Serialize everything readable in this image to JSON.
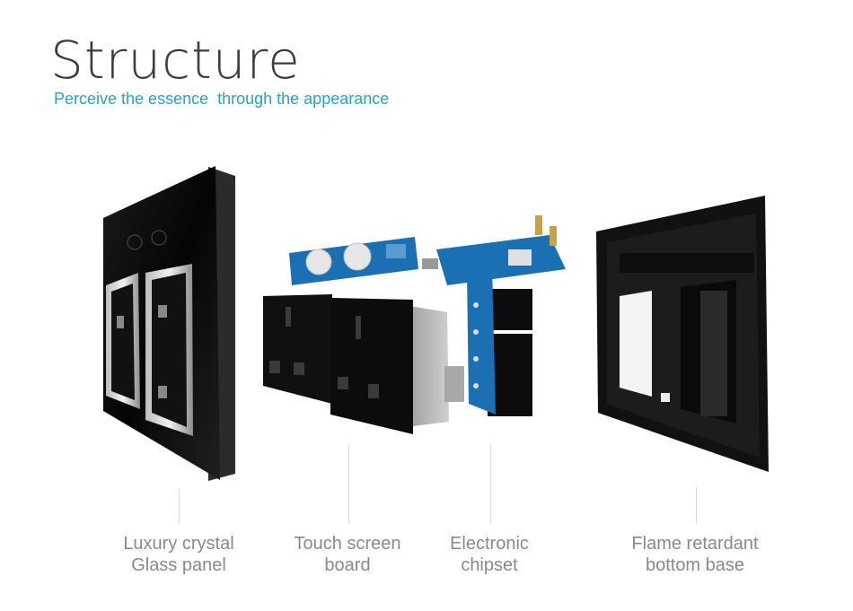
{
  "header": {
    "title": "Structure",
    "subtitle": "Perceive the essence  through the appearance"
  },
  "components": [
    {
      "line1": "Luxury crystal",
      "line2": "Glass panel"
    },
    {
      "line1": "Touch screen",
      "line2": "board"
    },
    {
      "line1": "Electronic",
      "line2": "chipset"
    },
    {
      "line1": "Flame retardant",
      "line2": "bottom base"
    }
  ],
  "colors": {
    "accent": "#2aa3c8",
    "title": "#3d3d3d",
    "caption": "#8a8a8a",
    "pcb": "#1b6fb3"
  }
}
